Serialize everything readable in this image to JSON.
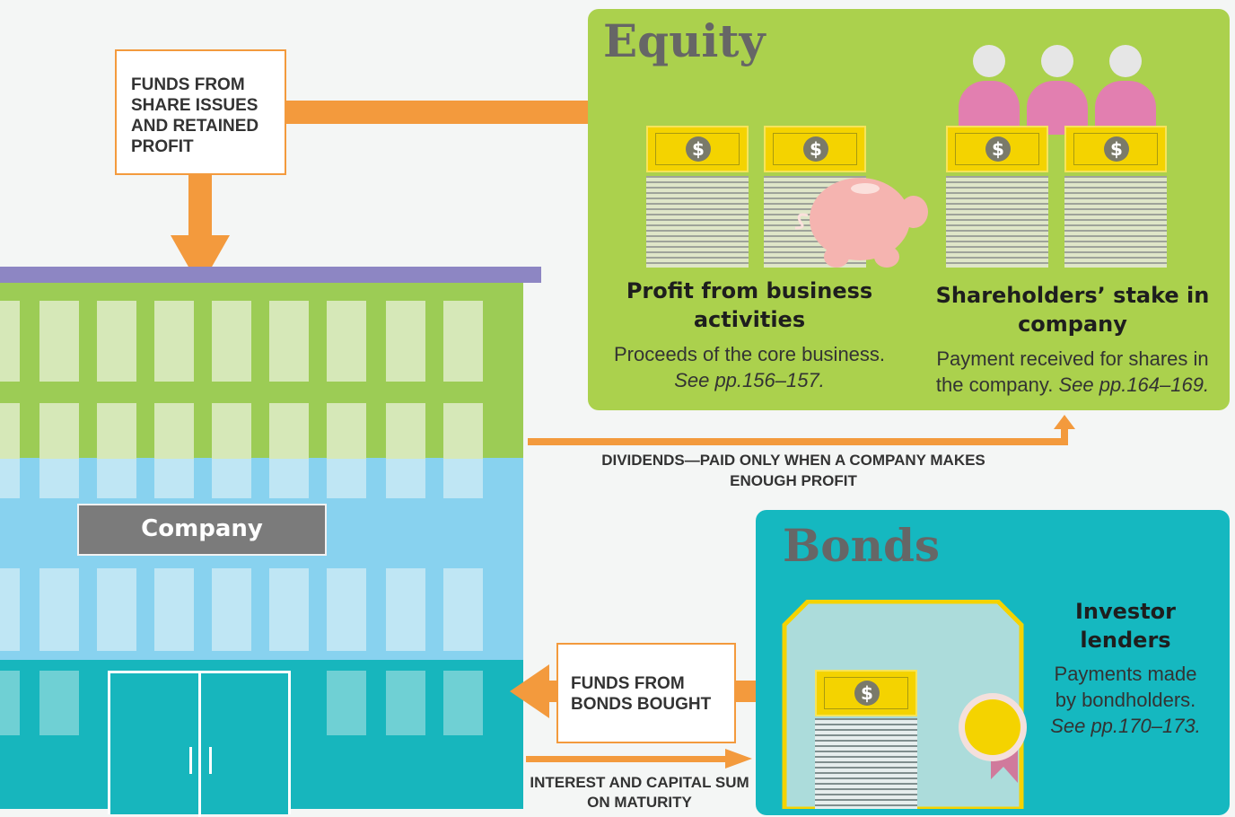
{
  "funds_share_label": "FUNDS FROM SHARE ISSUES AND RETAINED PROFIT",
  "company_label": "Company",
  "equity": {
    "title": "Equity",
    "profit": {
      "heading": "Profit from business activities",
      "body": "Proceeds of the core business.",
      "ref": "See pp.156–157."
    },
    "shareholders": {
      "heading": "Shareholders’ stake in company",
      "body": "Payment received for shares in the company.",
      "ref": "See pp.164–169."
    }
  },
  "dividends_label": "DIVIDENDS—PAID ONLY WHEN A COMPANY MAKES ENOUGH PROFIT",
  "bonds": {
    "title": "Bonds",
    "investor": {
      "heading": "Investor lenders",
      "body": "Payments made by bondholders.",
      "ref": "See pp.170–173."
    }
  },
  "funds_bonds_label": "FUNDS FROM BONDS BOUGHT",
  "interest_label": "INTEREST AND CAPITAL SUM ON MATURITY",
  "colors": {
    "equity_green": "#abd14d",
    "bonds_teal": "#15b8c0",
    "arrow_orange": "#f39a3d",
    "building_green": "#9ccc55",
    "building_blue": "#88d2ef",
    "building_teal": "#17b6bd",
    "roof_purple": "#8d86c3"
  },
  "icons": [
    "dollar-bill-icon",
    "piggy-bank-icon",
    "shareholder-person-icon",
    "bond-certificate-icon",
    "rosette-icon"
  ]
}
